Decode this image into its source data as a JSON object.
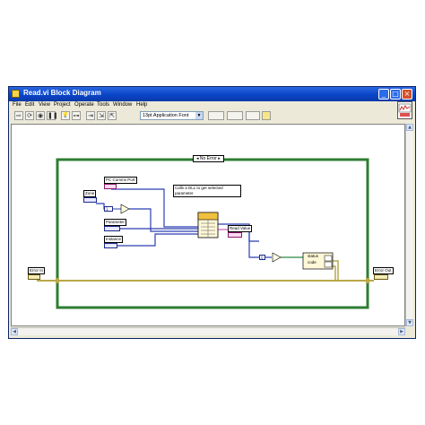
{
  "window": {
    "title": "Read.vi Block Diagram",
    "minimize_glyph": "_",
    "maximize_glyph": "□",
    "close_glyph": "×"
  },
  "menu": [
    "File",
    "Edit",
    "View",
    "Project",
    "Operate",
    "Tools",
    "Window",
    "Help"
  ],
  "toolbar": {
    "font": "13pt Application Font",
    "tool_glyphs": [
      "⇨",
      "⟳",
      "◉",
      "❚❚",
      "💡",
      "⊶",
      "⇥",
      "⇲",
      "⇱"
    ]
  },
  "diagram": {
    "case_selector": "No Error",
    "controls": {
      "pc_comms_port": "PC Comms Port",
      "zone": "Zone",
      "parameter": "Parameter",
      "instance": "Instance",
      "error_in": "Error In",
      "error_out": "Error Out",
      "read_value": "Read Value",
      "status": "status",
      "code": "code"
    },
    "comment": "Calls a DLL to get selected parameter",
    "constant_one": "1",
    "constant_zero": "0"
  },
  "colors": {
    "case_border": "#2e7d32",
    "wire_error": "#b8a84a",
    "wire_numeric": "#2a3fb0",
    "wire_string": "#d060c0",
    "titlebar": "#0a45c8"
  }
}
